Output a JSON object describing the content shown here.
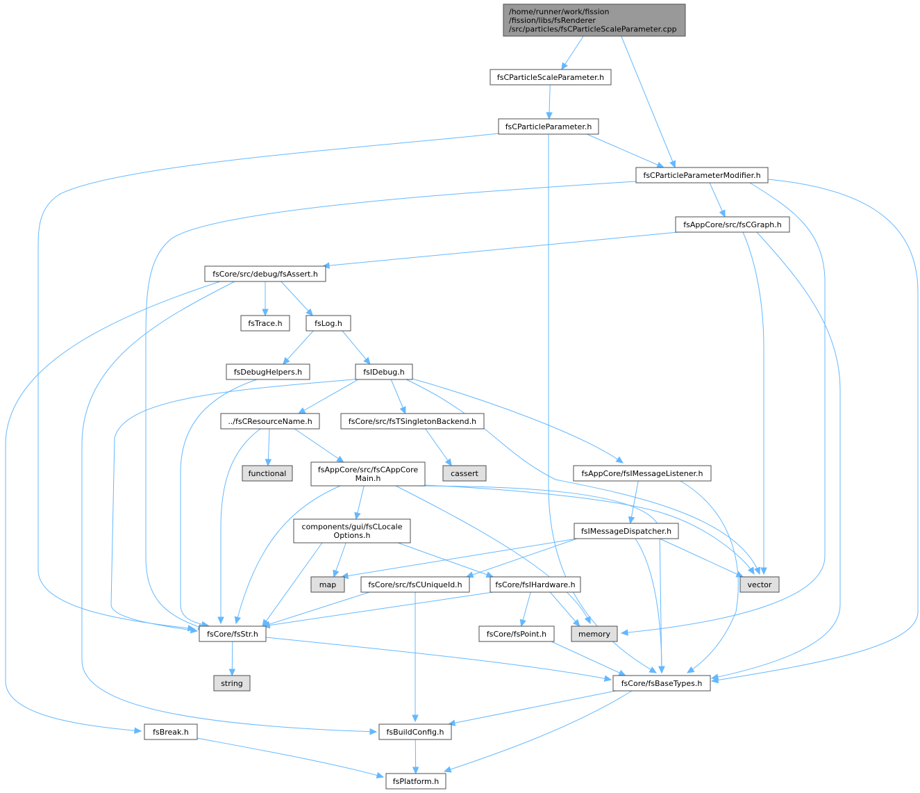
{
  "colors": {
    "edge": "#63b8ff",
    "node_border": "#4d4d4d",
    "node_fill": "#ffffff",
    "root_fill": "#999999",
    "system_fill": "#e0e0e0"
  },
  "nodes": [
    {
      "id": "root",
      "kind": "root",
      "lines": [
        "/home/runner/work/fission",
        "/fission/libs/fsRenderer",
        "/src/particles/fsCParticleScaleParameter.cpp"
      ]
    },
    {
      "id": "scaleparam",
      "kind": "normal",
      "lines": [
        "fsCParticleScaleParameter.h"
      ]
    },
    {
      "id": "particleparam",
      "kind": "normal",
      "lines": [
        "fsCParticleParameter.h"
      ]
    },
    {
      "id": "modifier",
      "kind": "normal",
      "lines": [
        "fsCParticleParameterModifier.h"
      ]
    },
    {
      "id": "cgraph",
      "kind": "normal",
      "lines": [
        "fsAppCore/src/fsCGraph.h"
      ]
    },
    {
      "id": "assert",
      "kind": "normal",
      "lines": [
        "fsCore/src/debug/fsAssert.h"
      ]
    },
    {
      "id": "trace",
      "kind": "normal",
      "lines": [
        "fsTrace.h"
      ]
    },
    {
      "id": "log",
      "kind": "normal",
      "lines": [
        "fsLog.h"
      ]
    },
    {
      "id": "debughelpers",
      "kind": "normal",
      "lines": [
        "fsDebugHelpers.h"
      ]
    },
    {
      "id": "idebug",
      "kind": "normal",
      "lines": [
        "fsIDebug.h"
      ]
    },
    {
      "id": "resname",
      "kind": "normal",
      "lines": [
        "../fsCResourceName.h"
      ]
    },
    {
      "id": "singleton",
      "kind": "normal",
      "lines": [
        "fsCore/src/fsTSingletonBackend.h"
      ]
    },
    {
      "id": "functional",
      "kind": "system",
      "lines": [
        "functional"
      ]
    },
    {
      "id": "appcoremain",
      "kind": "normal",
      "lines": [
        "fsAppCore/src/fsCAppCore",
        "Main.h"
      ]
    },
    {
      "id": "cassert",
      "kind": "system",
      "lines": [
        "cassert"
      ]
    },
    {
      "id": "msglistener",
      "kind": "normal",
      "lines": [
        "fsAppCore/fsIMessageListener.h"
      ]
    },
    {
      "id": "locale",
      "kind": "normal",
      "lines": [
        "components/gui/fsCLocale",
        "Options.h"
      ]
    },
    {
      "id": "msgdispatcher",
      "kind": "normal",
      "lines": [
        "fsIMessageDispatcher.h"
      ]
    },
    {
      "id": "map",
      "kind": "system",
      "lines": [
        "map"
      ]
    },
    {
      "id": "uniqueid",
      "kind": "normal",
      "lines": [
        "fsCore/src/fsCUniqueId.h"
      ]
    },
    {
      "id": "ihardware",
      "kind": "normal",
      "lines": [
        "fsCore/fsIHardware.h"
      ]
    },
    {
      "id": "vector",
      "kind": "system",
      "lines": [
        "vector"
      ]
    },
    {
      "id": "fsstr",
      "kind": "normal",
      "lines": [
        "fsCore/fsStr.h"
      ]
    },
    {
      "id": "point",
      "kind": "normal",
      "lines": [
        "fsCore/fsPoint.h"
      ]
    },
    {
      "id": "memory",
      "kind": "system",
      "lines": [
        "memory"
      ]
    },
    {
      "id": "string",
      "kind": "system",
      "lines": [
        "string"
      ]
    },
    {
      "id": "basetypes",
      "kind": "normal",
      "lines": [
        "fsCore/fsBaseTypes.h"
      ]
    },
    {
      "id": "break",
      "kind": "normal",
      "lines": [
        "fsBreak.h"
      ]
    },
    {
      "id": "buildconfig",
      "kind": "normal",
      "lines": [
        "fsBuildConfig.h"
      ]
    },
    {
      "id": "platform",
      "kind": "normal",
      "lines": [
        "fsPlatform.h"
      ]
    }
  ],
  "edges": [
    [
      "root",
      "scaleparam"
    ],
    [
      "root",
      "modifier"
    ],
    [
      "scaleparam",
      "particleparam"
    ],
    [
      "particleparam",
      "modifier"
    ],
    [
      "particleparam",
      "fsstr"
    ],
    [
      "particleparam",
      "basetypes"
    ],
    [
      "modifier",
      "cgraph"
    ],
    [
      "modifier",
      "fsstr"
    ],
    [
      "modifier",
      "memory"
    ],
    [
      "modifier",
      "basetypes"
    ],
    [
      "cgraph",
      "assert"
    ],
    [
      "cgraph",
      "vector"
    ],
    [
      "cgraph",
      "basetypes"
    ],
    [
      "assert",
      "trace"
    ],
    [
      "assert",
      "log"
    ],
    [
      "assert",
      "break"
    ],
    [
      "assert",
      "buildconfig"
    ],
    [
      "log",
      "debughelpers"
    ],
    [
      "log",
      "idebug"
    ],
    [
      "debughelpers",
      "fsstr"
    ],
    [
      "idebug",
      "resname"
    ],
    [
      "idebug",
      "singleton"
    ],
    [
      "idebug",
      "msglistener"
    ],
    [
      "idebug",
      "fsstr"
    ],
    [
      "idebug",
      "vector"
    ],
    [
      "resname",
      "functional"
    ],
    [
      "resname",
      "appcoremain"
    ],
    [
      "resname",
      "fsstr"
    ],
    [
      "singleton",
      "cassert"
    ],
    [
      "appcoremain",
      "locale"
    ],
    [
      "appcoremain",
      "fsstr"
    ],
    [
      "appcoremain",
      "memory"
    ],
    [
      "appcoremain",
      "vector"
    ],
    [
      "appcoremain",
      "basetypes"
    ],
    [
      "msglistener",
      "msgdispatcher"
    ],
    [
      "msglistener",
      "basetypes"
    ],
    [
      "locale",
      "map"
    ],
    [
      "locale",
      "fsstr"
    ],
    [
      "locale",
      "ihardware"
    ],
    [
      "msgdispatcher",
      "map"
    ],
    [
      "msgdispatcher",
      "uniqueid"
    ],
    [
      "msgdispatcher",
      "vector"
    ],
    [
      "msgdispatcher",
      "basetypes"
    ],
    [
      "uniqueid",
      "fsstr"
    ],
    [
      "uniqueid",
      "buildconfig"
    ],
    [
      "ihardware",
      "fsstr"
    ],
    [
      "ihardware",
      "point"
    ],
    [
      "ihardware",
      "memory"
    ],
    [
      "fsstr",
      "string"
    ],
    [
      "fsstr",
      "basetypes"
    ],
    [
      "point",
      "basetypes"
    ],
    [
      "basetypes",
      "buildconfig"
    ],
    [
      "basetypes",
      "platform"
    ],
    [
      "break",
      "platform"
    ],
    [
      "buildconfig",
      "platform"
    ]
  ]
}
